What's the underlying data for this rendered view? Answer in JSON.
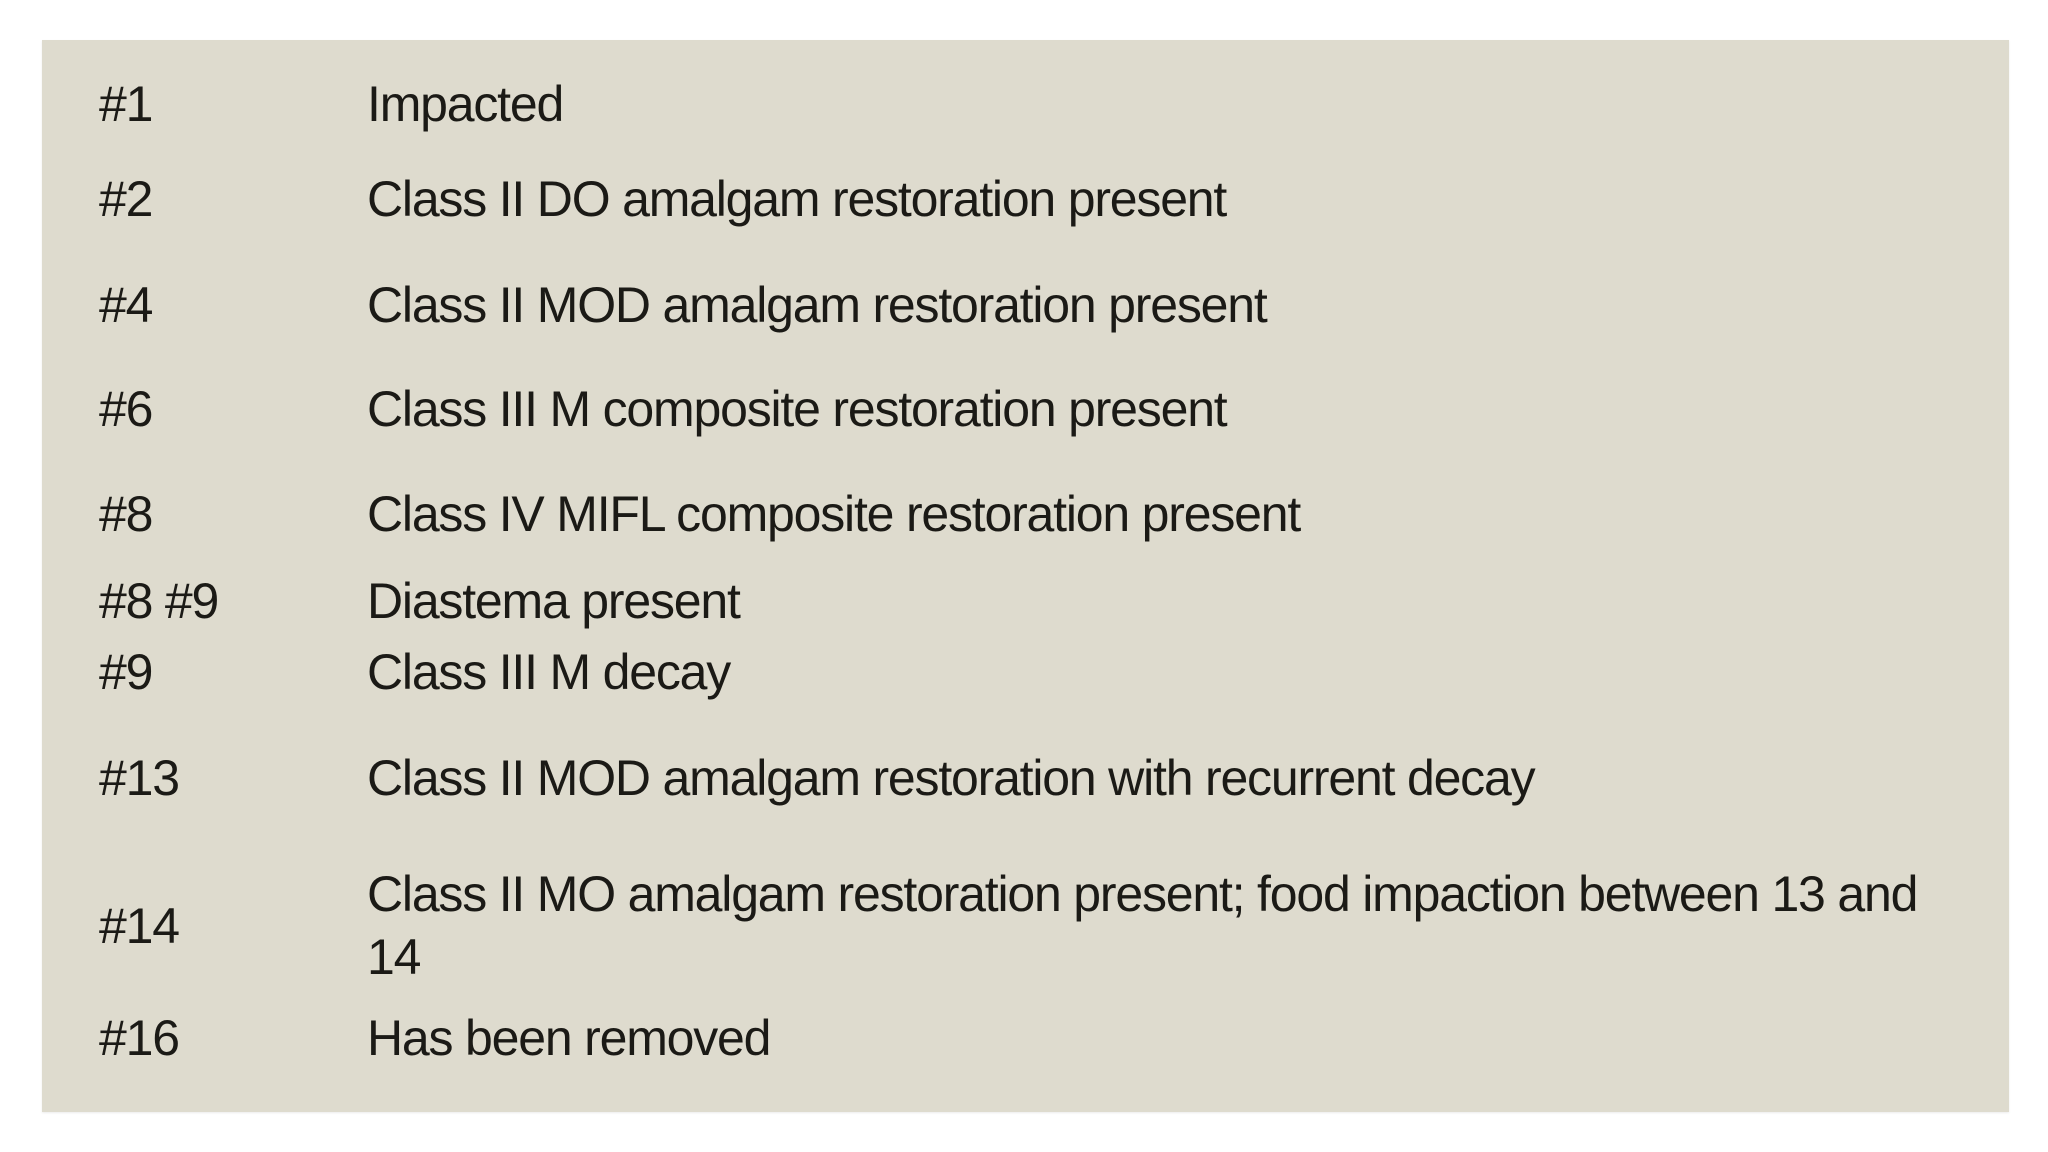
{
  "document": {
    "type": "dental-exam-findings-table",
    "colors": {
      "page_background": "#ffffff",
      "panel_background": "#dedbce",
      "text": "#1b1a16"
    }
  },
  "findings": [
    {
      "tooth": "#1",
      "description": "Impacted"
    },
    {
      "tooth": "#2",
      "description": "Class II DO amalgam restoration present"
    },
    {
      "tooth": "#4",
      "description": "Class II MOD amalgam restoration present"
    },
    {
      "tooth": "#6",
      "description": "Class III M composite restoration present"
    },
    {
      "tooth": "#8",
      "description": "Class IV MIFL composite restoration present"
    },
    {
      "tooth": "#8 #9",
      "description": "Diastema present"
    },
    {
      "tooth": "#9",
      "description": "Class III M decay"
    },
    {
      "tooth": "#13",
      "description": "Class II MOD amalgam restoration with recurrent decay"
    },
    {
      "tooth": "#14",
      "description": "Class II MO amalgam restoration present; food impaction between 13 and 14"
    },
    {
      "tooth": "#16",
      "description": "Has been removed"
    }
  ]
}
